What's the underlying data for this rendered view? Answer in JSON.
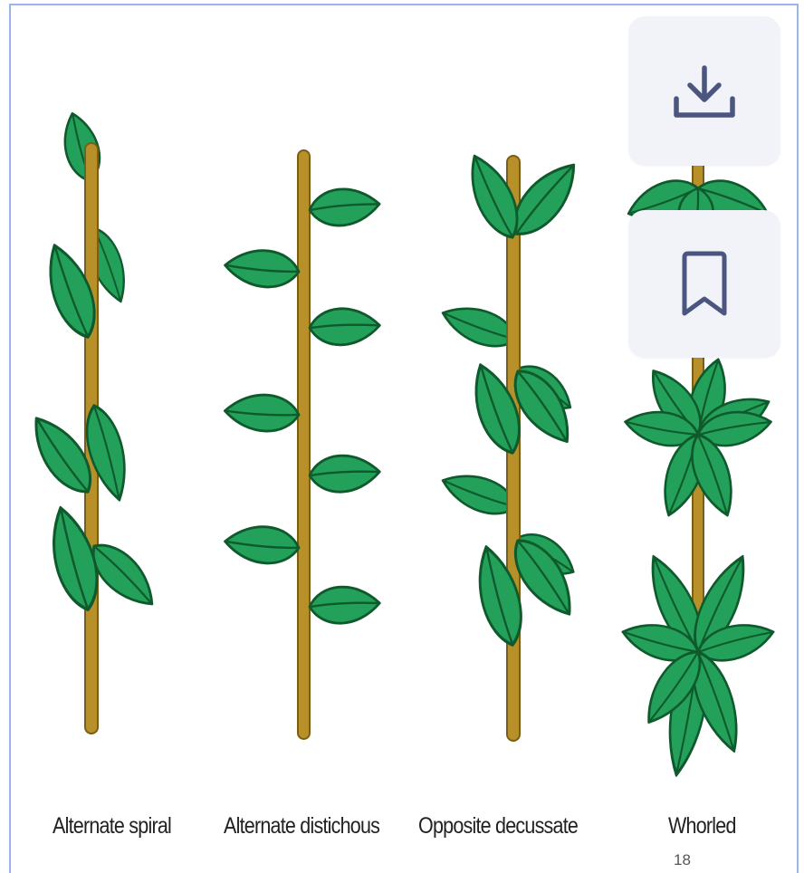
{
  "figure": {
    "captions": {
      "alternate_spiral": "Alternate spiral",
      "alternate_distichous": "Alternate distichous",
      "opposite_decussate": "Opposite decussate",
      "whorled": "Whorled"
    },
    "page_number": "18",
    "colors": {
      "leaf_fill": "#23a05a",
      "leaf_outline": "#0f5a2c",
      "stem": "#b8902a",
      "frame_border": "#9bb4e6"
    }
  },
  "actions": {
    "download": {
      "icon": "download-icon"
    },
    "bookmark": {
      "icon": "bookmark-icon"
    }
  },
  "theme": {
    "button_bg": "#f2f3f8",
    "icon_color": "#4a5680"
  }
}
